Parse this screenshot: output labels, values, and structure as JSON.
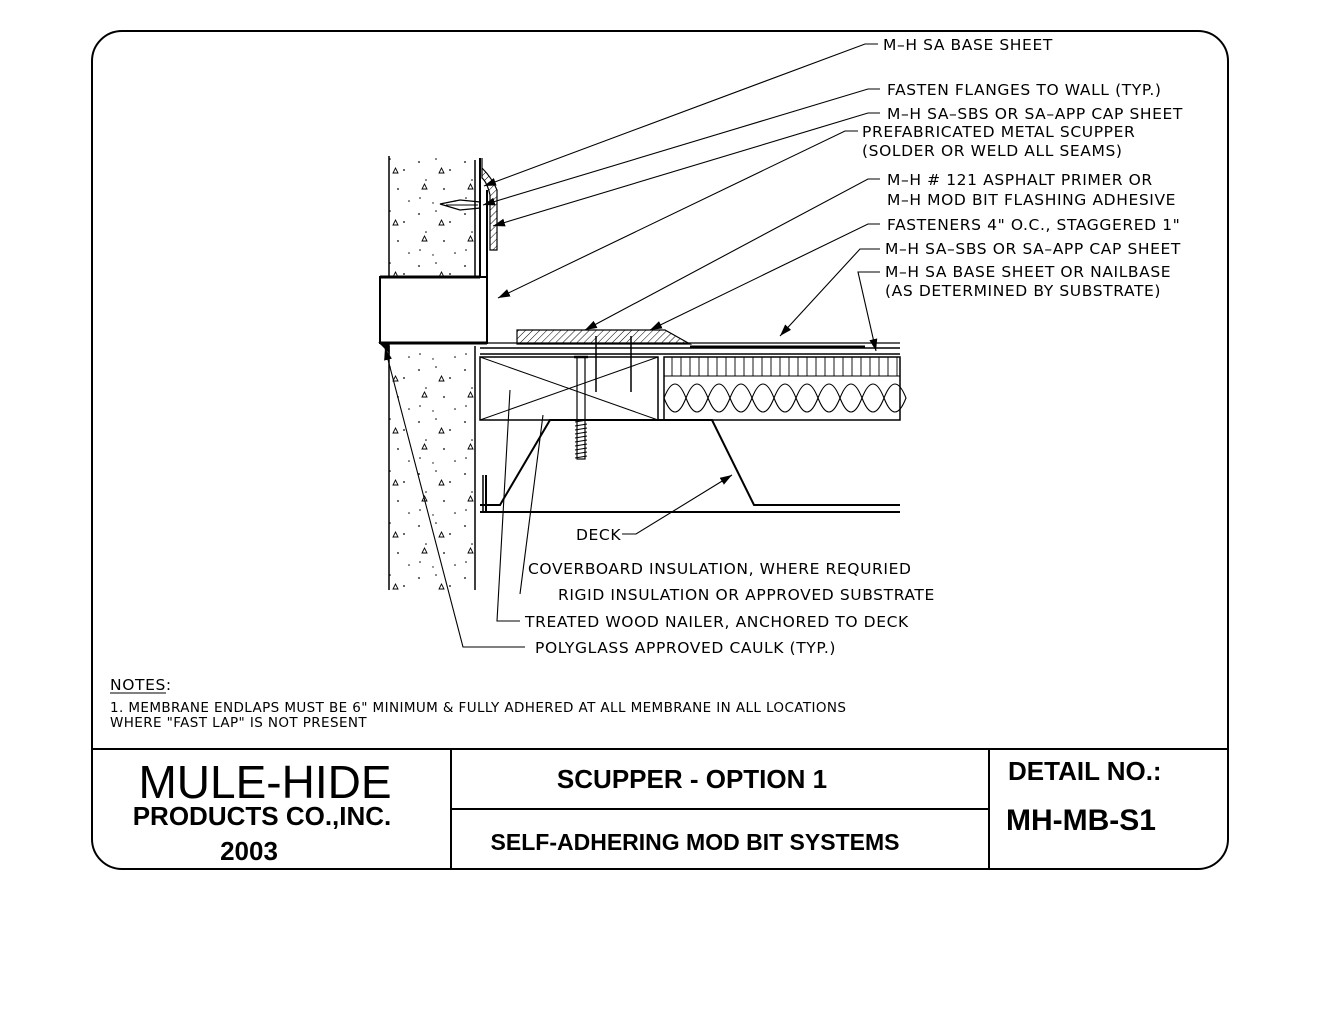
{
  "callouts": {
    "base_sheet": "M–H SA BASE SHEET",
    "fasten_flanges": "FASTEN FLANGES TO WALL (TYP.)",
    "cap_sheet_top": "M–H SA–SBS OR SA–APP CAP SHEET",
    "scupper_line1": "PREFABRICATED METAL SCUPPER",
    "scupper_line2": "(SOLDER OR WELD ALL SEAMS)",
    "primer_line1": "M–H # 121 ASPHALT PRIMER OR",
    "primer_line2": "M–H MOD BIT FLASHING ADHESIVE",
    "fasteners": "FASTENERS 4\" O.C., STAGGERED 1\"",
    "cap_sheet_field": "M–H SA–SBS OR SA–APP CAP SHEET",
    "base_nailbase_line1": "M–H SA BASE SHEET OR NAILBASE",
    "base_nailbase_line2": "(AS DETERMINED BY SUBSTRATE)",
    "deck": "DECK",
    "coverboard": "COVERBOARD INSULATION, WHERE REQURIED",
    "rigid": "RIGID INSULATION OR APPROVED SUBSTRATE",
    "nailer": "TREATED WOOD NAILER, ANCHORED TO DECK",
    "caulk": "POLYGLASS APPROVED CAULK (TYP.)"
  },
  "notes": {
    "heading": "NOTES:",
    "line1": "1. MEMBRANE ENDLAPS MUST BE 6\" MINIMUM & FULLY ADHERED AT ALL MEMBRANE IN ALL LOCATIONS",
    "line2": "WHERE \"FAST LAP\" IS NOT PRESENT"
  },
  "title_block": {
    "company": "MULE-HIDE",
    "company_sub": "PRODUCTS CO.,INC.",
    "year": "2003",
    "title": "SCUPPER - OPTION 1",
    "subtitle": "SELF-ADHERING MOD BIT SYSTEMS",
    "detail_label": "DETAIL NO.:",
    "detail_no": "MH-MB-S1"
  }
}
